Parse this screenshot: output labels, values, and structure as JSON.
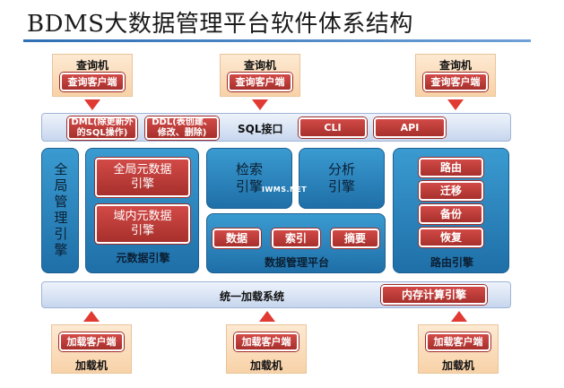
{
  "title": "BDMS大数据管理平台软件体系结构",
  "query_clients": [
    {
      "machine": "查询机",
      "client": "查询客户端"
    },
    {
      "machine": "查询机",
      "client": "查询客户端"
    },
    {
      "machine": "查询机",
      "client": "查询客户端"
    }
  ],
  "sql_bar": {
    "dml": "DML(除更新外的SQL操作)",
    "ddl": "DDL(表创建、修改、删除)",
    "label": "SQL接口",
    "cli": "CLI",
    "api": "API"
  },
  "global_meta": "全局管理引擎",
  "metadata_engine": {
    "global": "全局元数据引擎",
    "local": "域内元数据引擎",
    "label": "元数据引擎"
  },
  "search_engine": "检索引擎",
  "analysis_engine": "分析引擎",
  "watermark": "IWMS.NET",
  "data_platform": {
    "items": [
      "数据",
      "索引",
      "摘要"
    ],
    "label": "数据管理平台"
  },
  "routing_engine": {
    "items": [
      "路由",
      "迁移",
      "备份",
      "恢复"
    ],
    "label": "路由引擎"
  },
  "load_bar": {
    "label": "统一加载系统",
    "memory": "内存计算引擎"
  },
  "load_clients": [
    {
      "client": "加载客户端",
      "machine": "加载机"
    },
    {
      "client": "加载客户端",
      "machine": "加载机"
    },
    {
      "client": "加载客户端",
      "machine": "加载机"
    }
  ]
}
